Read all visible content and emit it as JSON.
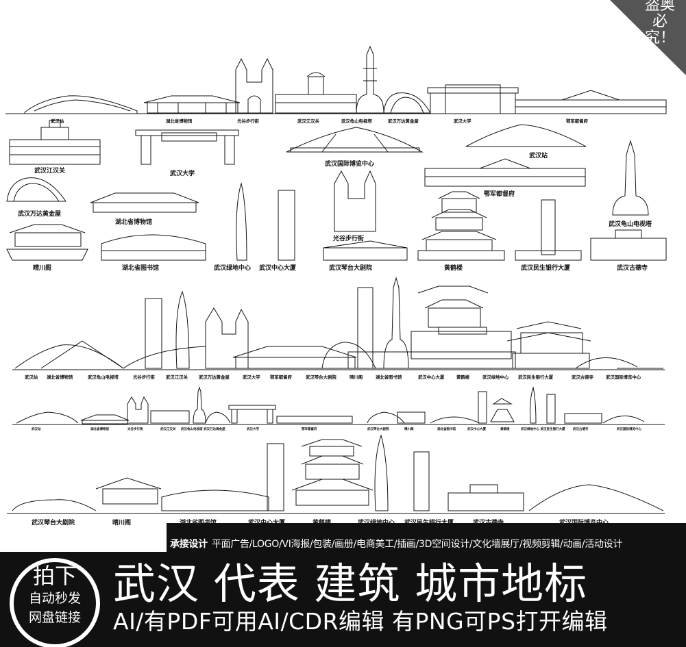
{
  "corner_badge": "盗奥\n必究！",
  "row1_labels": [
    "武汉站",
    "湖北省博物馆",
    "光谷步行街",
    "武汉江汉关",
    "武汉龟山电视塔",
    "武汉万达黄金屋",
    "武汉大学",
    "鄂军都督府"
  ],
  "grid_labels": {
    "jianghanguan": "武汉江汉关",
    "daxue": "武汉大学",
    "guoji": "武汉国际博览中心",
    "zhan": "武汉站",
    "dudufu": "鄂军都督府",
    "wanda": "武汉万达黄金屋",
    "bowuguan": "湖北省博物馆",
    "guangu": "光谷步行街",
    "dianshita": "武汉龟山电视塔",
    "qingchuange": "晴川阁",
    "tushuguan": "湖北省图书馆",
    "lvdi": "武汉绿地中心",
    "zhongxin": "武汉中心大厦",
    "qintai": "武汉琴台大剧院",
    "huanghelou": "黄鹤楼",
    "minsheng": "武汉民生银行大厦",
    "gudesi": "武汉古德寺"
  },
  "row3_labels": [
    "武汉站",
    "湖北省博物馆",
    "武汉龟山电视塔",
    "光谷步行街",
    "武汉江汉关",
    "武汉万达黄金屋",
    "武汉大学",
    "鄂军都督府",
    "武汉琴台大剧院",
    "晴川阁",
    "湖北省图书馆",
    "武汉中心大厦",
    "黄鹤楼",
    "武汉绿地中心",
    "武汉民生银行大厦",
    "武汉古德寺",
    "武汉国际博览中心"
  ],
  "row4_labels": [
    "武汉站",
    "湖北省博物馆",
    "光谷步行街",
    "武汉江汉关",
    "武汉龟山电视塔 武汉万达黄金屋",
    "武汉大学",
    "鄂军都督府",
    "武汉琴台大剧院",
    "晴川阁",
    "湖北省图书馆",
    "武汉中心大厦",
    "黄鹤楼",
    "武汉绿地中心 武汉民生银行大厦",
    "武汉古德寺",
    "武汉国际博览中心"
  ],
  "row5_labels": [
    "武汉琴台大剧院",
    "晴川阁",
    "湖北省图书馆",
    "武汉中心大厦",
    "黄鹤楼",
    "武汉绿地中心",
    "武汉民生银行大厦",
    "武汉古德寺",
    "武汉国际博览中心"
  ],
  "services": {
    "lead": "承接设计",
    "items": "平面广告/LOGO/VI海报/包装/画册/电商美工/插画/3D空间设计/文化墙展厅/视频剪辑/动画/活动设计"
  },
  "promo": {
    "circle_line1": "拍下",
    "circle_line2": "自动秒发",
    "circle_line3": "网盘链接",
    "title": "武汉 代表 建筑 城市地标",
    "subtitle": "AI/有PDF可用AI/CDR编辑  有PNG可PS打开编辑"
  },
  "colors": {
    "ink": "#111111",
    "paper": "#ffffff",
    "band": "#111111"
  }
}
